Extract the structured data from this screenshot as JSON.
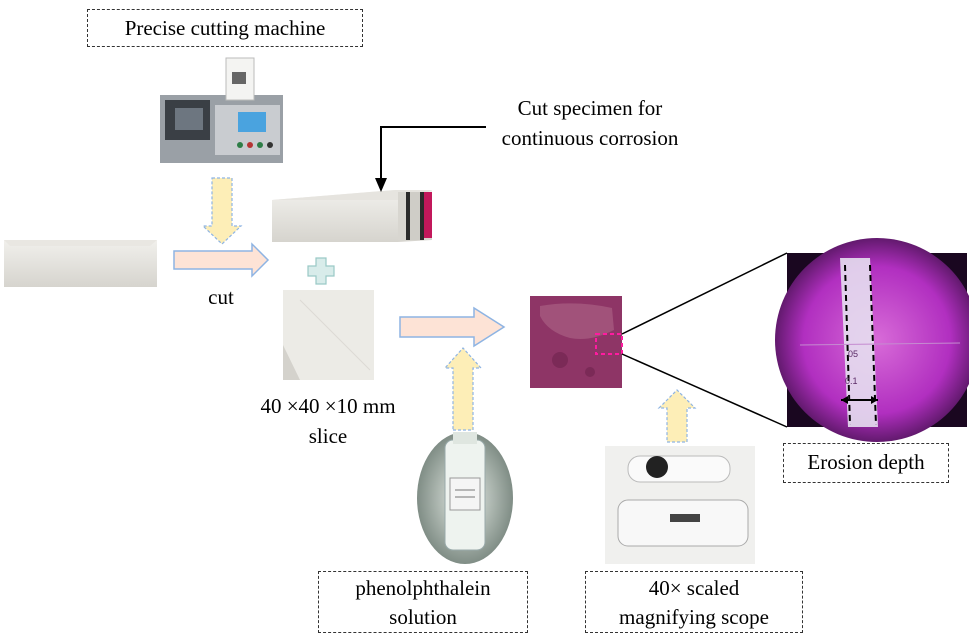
{
  "labels": {
    "cutting_machine": "Precise cutting machine",
    "cut_specimen_line1": "Cut specimen for",
    "cut_specimen_line2": "continuous corrosion",
    "cut": "cut",
    "slice_line1": "40 ×40 ×10 mm",
    "slice_line2": "slice",
    "phenol_line1": "phenolphthalein",
    "phenol_line2": "solution",
    "scope_line1": "40× scaled",
    "scope_line2": "magnifying scope",
    "erosion_depth": "Erosion depth"
  },
  "photo_labels": {
    "scale_mark_1": "05",
    "scale_mark_2": "0.1"
  },
  "colors": {
    "arrow_fill": "#fde3d6",
    "arrow_stroke": "#8eb4e3",
    "down_arrow_fill": "#fdeeb7",
    "plus_fill": "#d8ecea",
    "plus_stroke": "#9ac9c6",
    "specimen_magenta": "#c2185b",
    "stained_slice": "#8e3566",
    "micro_bg": "#9b1fb0",
    "highlight_box": "#ff1aa0"
  }
}
